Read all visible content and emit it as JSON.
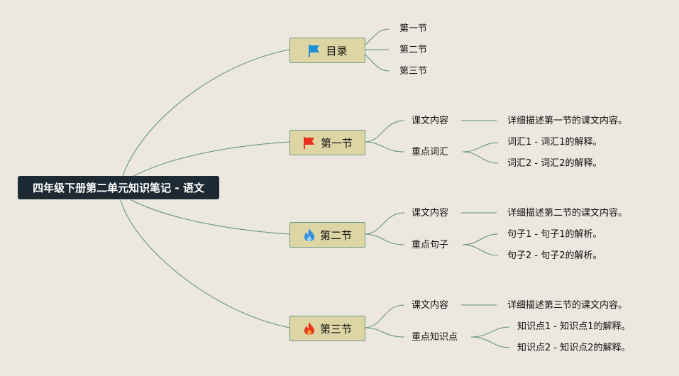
{
  "root": {
    "title": "四年级下册第二单元知识笔记 - 语文"
  },
  "branches": [
    {
      "label": "目录",
      "icon": "blue-flag-icon",
      "color": "#1e8fd6",
      "children": [
        {
          "label": "第一节"
        },
        {
          "label": "第二节"
        },
        {
          "label": "第三节"
        }
      ]
    },
    {
      "label": "第一节",
      "icon": "red-flag-icon",
      "color": "#e8301c",
      "children": [
        {
          "label": "课文内容",
          "detail": "详细描述第一节的课文内容。"
        },
        {
          "label": "重点词汇",
          "items": [
            "词汇1 - 词汇1的解释。",
            "词汇2 - 词汇2的解释。"
          ]
        }
      ]
    },
    {
      "label": "第二节",
      "icon": "blue-flame-icon",
      "color": "#2f8fe0",
      "children": [
        {
          "label": "课文内容",
          "detail": "详细描述第二节的课文内容。"
        },
        {
          "label": "重点句子",
          "items": [
            "句子1 - 句子1的解析。",
            "句子2 - 句子2的解析。"
          ]
        }
      ]
    },
    {
      "label": "第三节",
      "icon": "red-flame-icon",
      "color": "#e8351c",
      "children": [
        {
          "label": "课文内容",
          "detail": "详细描述第三节的课文内容。"
        },
        {
          "label": "重点知识点",
          "items": [
            "知识点1 - 知识点1的解释。",
            "知识点2 - 知识点2的解释。"
          ]
        }
      ]
    }
  ]
}
